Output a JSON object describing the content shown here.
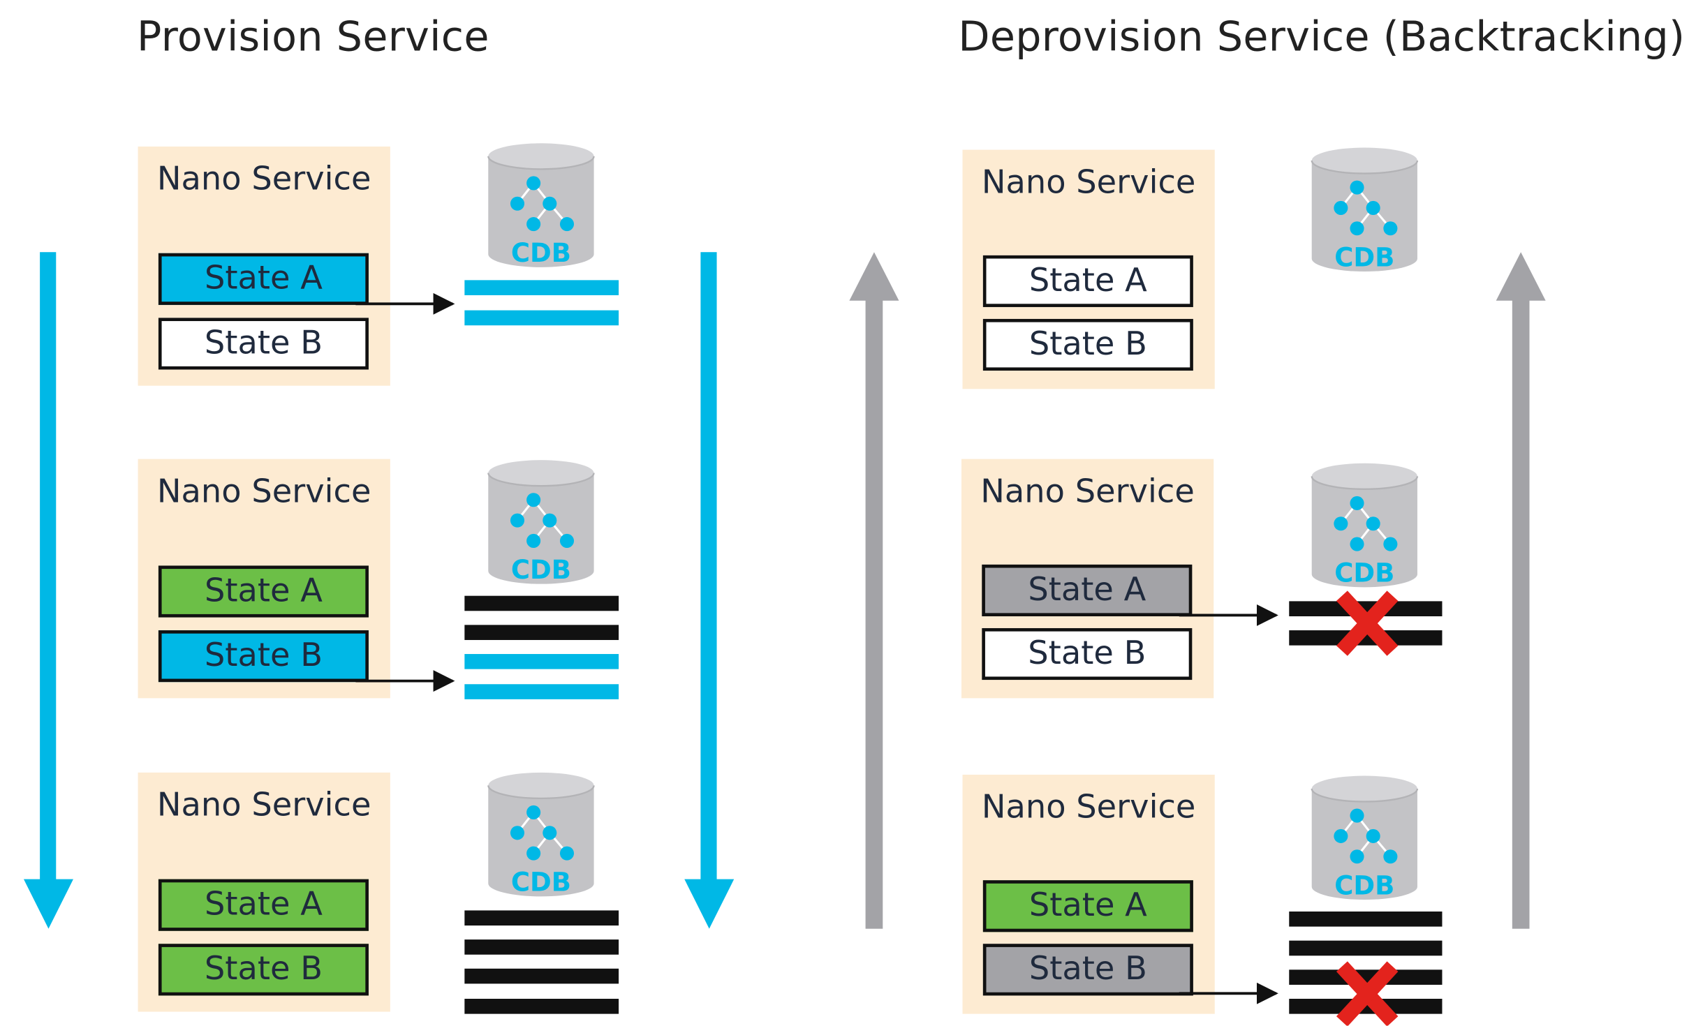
{
  "titles": {
    "left": "Provision Service",
    "right": "Deprovision Service (Backtracking)"
  },
  "nano_service_label": "Nano Service",
  "cdb_label": "CDB",
  "state_a": "State A",
  "state_b": "State B",
  "colors": {
    "blue": "#00b8e6",
    "green": "#6cbf47",
    "gray": "#a3a3a7",
    "panel": "#fdebd2",
    "cross": "#e3231d",
    "cylinder": "#c3c3c6"
  },
  "icons": [
    "cdb-database-icon",
    "tree-icon",
    "cross-icon",
    "arrow-icon"
  ]
}
